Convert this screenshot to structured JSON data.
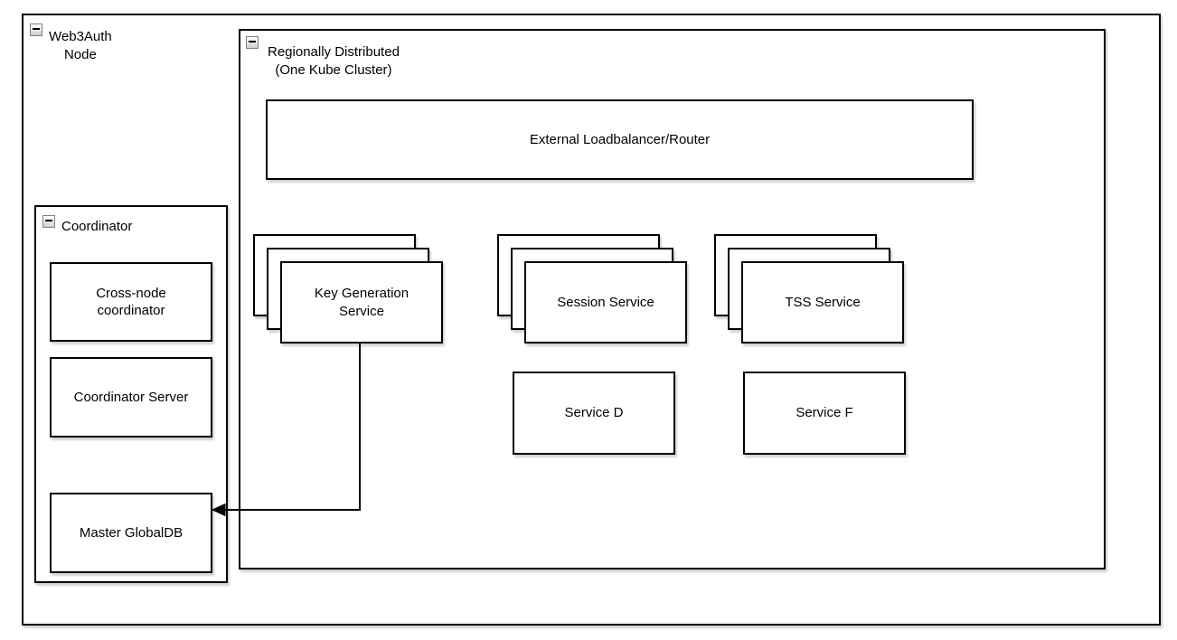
{
  "canvas": {
    "background": "#ffffff",
    "border_color": "#000000",
    "text_color": "#000000"
  },
  "web3auth": {
    "label": "Web3Auth\nNode"
  },
  "coordinator": {
    "label": "Coordinator",
    "boxes": [
      {
        "label": "Cross-node\ncoordinator"
      },
      {
        "label": "Coordinator Server"
      },
      {
        "label": "Master GlobalDB"
      }
    ]
  },
  "region": {
    "label": "Regionally Distributed\n(One Kube Cluster)",
    "loadbalancer_label": "External Loadbalancer/Router",
    "stacks": [
      {
        "label": "Key Generation\nService"
      },
      {
        "label": "Session Service"
      },
      {
        "label": "TSS Service"
      }
    ],
    "services": [
      {
        "label": "Service D"
      },
      {
        "label": "Service F"
      }
    ]
  },
  "edges": [
    {
      "from": "Key Generation Service",
      "to": "Master GlobalDB",
      "style": "orthogonal-arrow"
    }
  ]
}
